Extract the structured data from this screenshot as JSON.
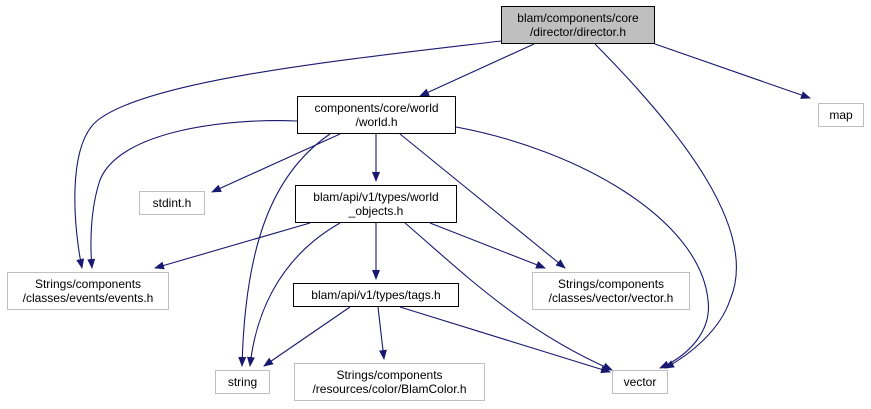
{
  "diagram": {
    "edge_color": "#191970",
    "nodes": {
      "root": {
        "lines": [
          "blam/components/core",
          "/director/director.h"
        ],
        "kind": "root"
      },
      "world": {
        "lines": [
          "components/core/world",
          "/world.h"
        ],
        "kind": "primary"
      },
      "map": {
        "lines": [
          "map"
        ],
        "kind": "external"
      },
      "stdint": {
        "lines": [
          "stdint.h"
        ],
        "kind": "external"
      },
      "world_objects": {
        "lines": [
          "blam/api/v1/types/world",
          "_objects.h"
        ],
        "kind": "primary"
      },
      "events": {
        "lines": [
          "Strings/components",
          "/classes/events/events.h"
        ],
        "kind": "external"
      },
      "vectorh": {
        "lines": [
          "Strings/components",
          "/classes/vector/vector.h"
        ],
        "kind": "external"
      },
      "tags": {
        "lines": [
          "blam/api/v1/types/tags.h"
        ],
        "kind": "primary"
      },
      "string": {
        "lines": [
          "string"
        ],
        "kind": "external"
      },
      "blamcolor": {
        "lines": [
          "Strings/components",
          "/resources/color/BlamColor.h"
        ],
        "kind": "external"
      },
      "vector": {
        "lines": [
          "vector"
        ],
        "kind": "external"
      }
    },
    "edges": [
      [
        "root",
        "world"
      ],
      [
        "root",
        "map"
      ],
      [
        "root",
        "events"
      ],
      [
        "root",
        "vector"
      ],
      [
        "world",
        "stdint"
      ],
      [
        "world",
        "world_objects"
      ],
      [
        "world",
        "events"
      ],
      [
        "world",
        "vectorh"
      ],
      [
        "world",
        "string"
      ],
      [
        "world",
        "vector"
      ],
      [
        "world_objects",
        "events"
      ],
      [
        "world_objects",
        "vectorh"
      ],
      [
        "world_objects",
        "tags"
      ],
      [
        "world_objects",
        "string"
      ],
      [
        "world_objects",
        "vector"
      ],
      [
        "tags",
        "string"
      ],
      [
        "tags",
        "blamcolor"
      ],
      [
        "tags",
        "vector"
      ]
    ]
  }
}
